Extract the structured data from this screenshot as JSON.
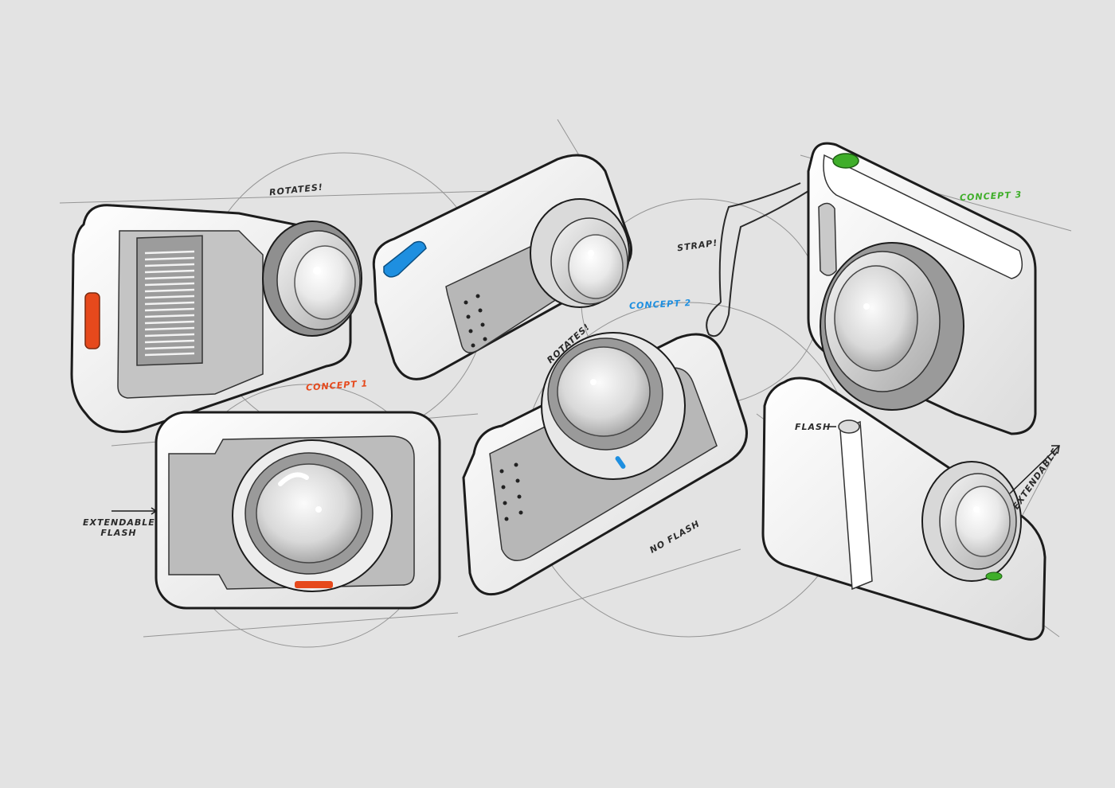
{
  "annotations": {
    "rotates_top": "ROTATES!",
    "rotates_mid": "ROTATES!",
    "strap": "STRAP!",
    "concept_1": "CONCEPT 1",
    "concept_2": "CONCEPT 2",
    "concept_3": "CONCEPT 3",
    "flash": "FLASH",
    "no_flash": "NO FLASH",
    "extendable_flash_line1": "EXTENDABLE",
    "extendable_flash_line2": "FLASH",
    "extendable": "EXTENDABLE"
  },
  "colors": {
    "background": "#e3e3e3",
    "concept_1_accent": "#e6491c",
    "concept_2_accent": "#1e8fe0",
    "concept_3_accent": "#3fae2a",
    "line": "#1c1c1c",
    "body_white": "#f7f7f7",
    "panel_grey": "#b9b9b9"
  }
}
